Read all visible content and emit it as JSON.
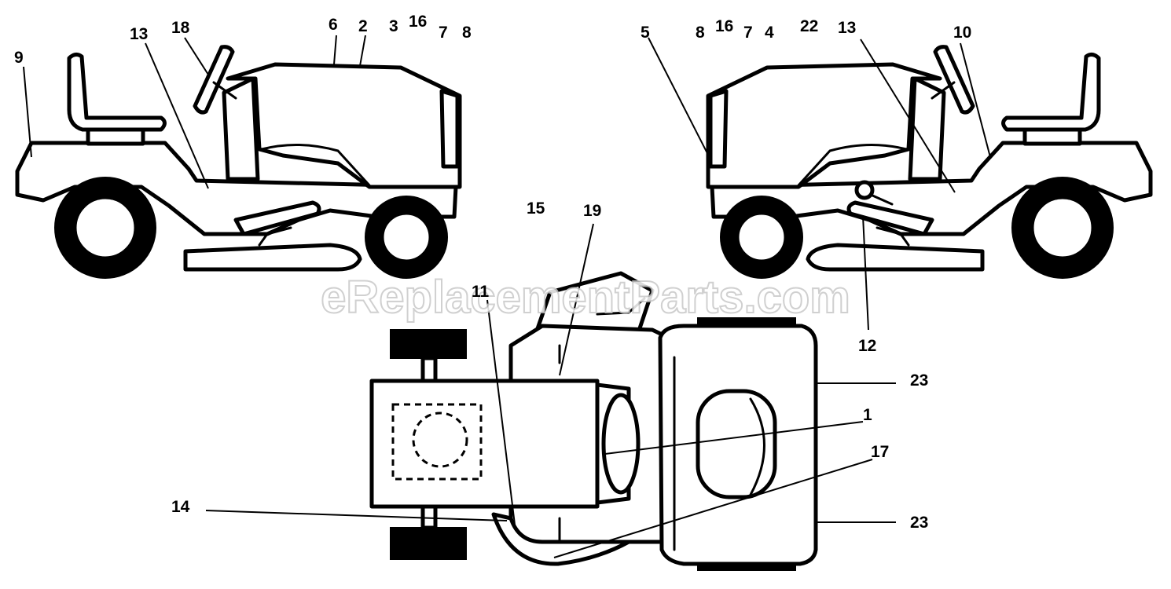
{
  "watermark": "eReplacementParts.com",
  "callouts": [
    {
      "id": "c9",
      "label": "9"
    },
    {
      "id": "c13a",
      "label": "13"
    },
    {
      "id": "c18",
      "label": "18"
    },
    {
      "id": "c6",
      "label": "6"
    },
    {
      "id": "c2",
      "label": "2"
    },
    {
      "id": "c3",
      "label": "3"
    },
    {
      "id": "c16a",
      "label": "16"
    },
    {
      "id": "c7a",
      "label": "7"
    },
    {
      "id": "c8a",
      "label": "8"
    },
    {
      "id": "c5",
      "label": "5"
    },
    {
      "id": "c8b",
      "label": "8"
    },
    {
      "id": "c16b",
      "label": "16"
    },
    {
      "id": "c7b",
      "label": "7"
    },
    {
      "id": "c4",
      "label": "4"
    },
    {
      "id": "c22",
      "label": "22"
    },
    {
      "id": "c13b",
      "label": "13"
    },
    {
      "id": "c10",
      "label": "10"
    },
    {
      "id": "c15",
      "label": "15"
    },
    {
      "id": "c19",
      "label": "19"
    },
    {
      "id": "c11",
      "label": "11"
    },
    {
      "id": "c12",
      "label": "12"
    },
    {
      "id": "c23a",
      "label": "23"
    },
    {
      "id": "c1",
      "label": "1"
    },
    {
      "id": "c17",
      "label": "17"
    },
    {
      "id": "c14",
      "label": "14"
    },
    {
      "id": "c23b",
      "label": "23"
    }
  ]
}
